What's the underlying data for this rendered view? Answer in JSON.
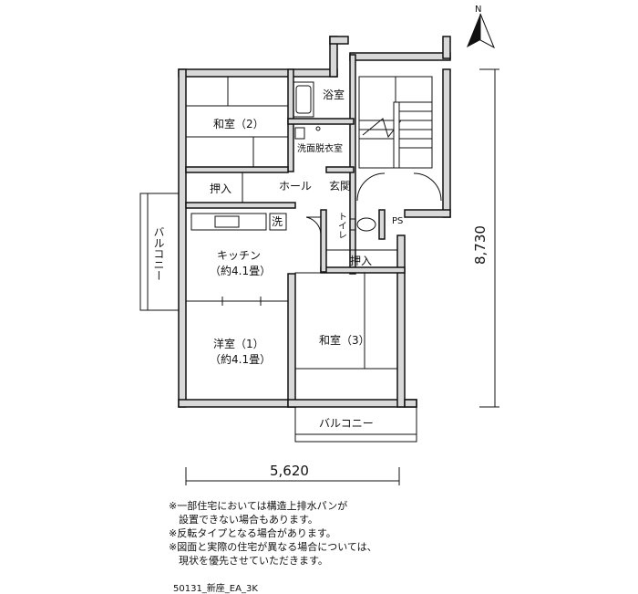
{
  "compass": {
    "label": "N"
  },
  "rooms": {
    "washitsu2": "和室（2）",
    "bath": "浴室",
    "washroom": "洗面脱衣室",
    "oshiire_top": "押入",
    "hall": "ホール",
    "genkan": "玄関",
    "toilet": "トイレ",
    "ps": "PS",
    "sen": "洗",
    "kitchen": "キッチン",
    "kitchen_size": "（約4.1畳）",
    "oshiire_mid": "押入",
    "yoshitsu1": "洋室（1）",
    "yoshitsu1_size": "（約4.1畳）",
    "washitsu3": "和室（3）",
    "balcony_side": "バルコニー",
    "balcony_bottom": "バルコニー"
  },
  "dimensions": {
    "width": "5,620",
    "height": "8,730"
  },
  "notes": [
    "※一部住宅においては構造上排水パンが",
    "　設置できない場合もあります。",
    "※反転タイプとなる場合があります。",
    "※図面と実際の住宅が異なる場合については、",
    "　現状を優先させていただきます。"
  ],
  "plan_code": "50131_新座_EA_3K"
}
